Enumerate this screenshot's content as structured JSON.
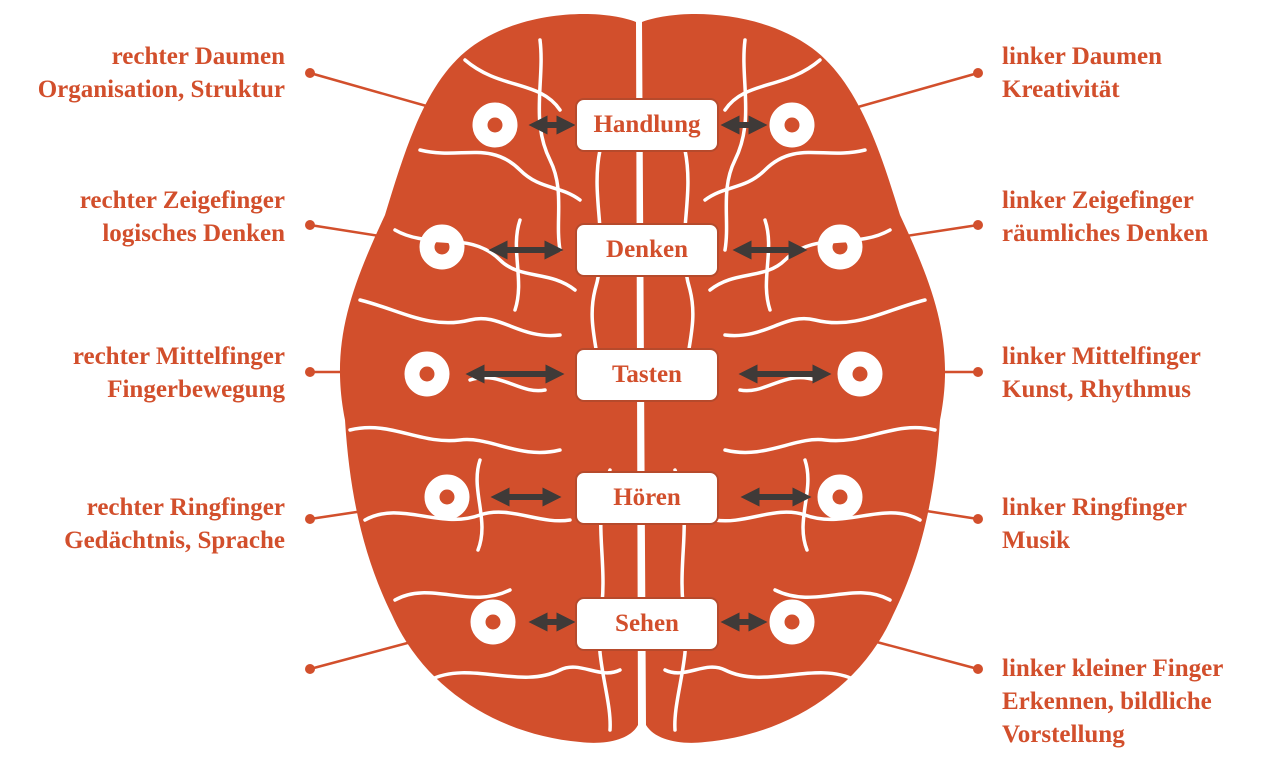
{
  "colors": {
    "brain": "#d24f2c",
    "accent": "#d24f2c",
    "arrow": "#3f3a38",
    "fold": "#ffffff"
  },
  "functions": [
    {
      "label": "Handlung"
    },
    {
      "label": "Denken"
    },
    {
      "label": "Tasten"
    },
    {
      "label": "Hören"
    },
    {
      "label": "Sehen"
    }
  ],
  "left_labels": [
    {
      "finger": "rechter Daumen",
      "ability": "Organisation, Struktur"
    },
    {
      "finger": "rechter Zeigefinger",
      "ability": "logisches Denken"
    },
    {
      "finger": "rechter Mittelfinger",
      "ability": "Fingerbewegung"
    },
    {
      "finger": "rechter Ringfinger",
      "ability": "Gedächtnis, Sprache"
    },
    {
      "finger": "",
      "ability": ""
    }
  ],
  "right_labels": [
    {
      "finger": "linker Daumen",
      "ability": "Kreativität"
    },
    {
      "finger": "linker Zeigefinger",
      "ability": "räumliches Denken"
    },
    {
      "finger": "linker Mittelfinger",
      "ability": "Kunst, Rhythmus"
    },
    {
      "finger": "linker Ringfinger",
      "ability": "Musik"
    },
    {
      "finger": "linker kleiner Finger",
      "ability": "Erkennen, bildliche Vorstellung"
    }
  ]
}
